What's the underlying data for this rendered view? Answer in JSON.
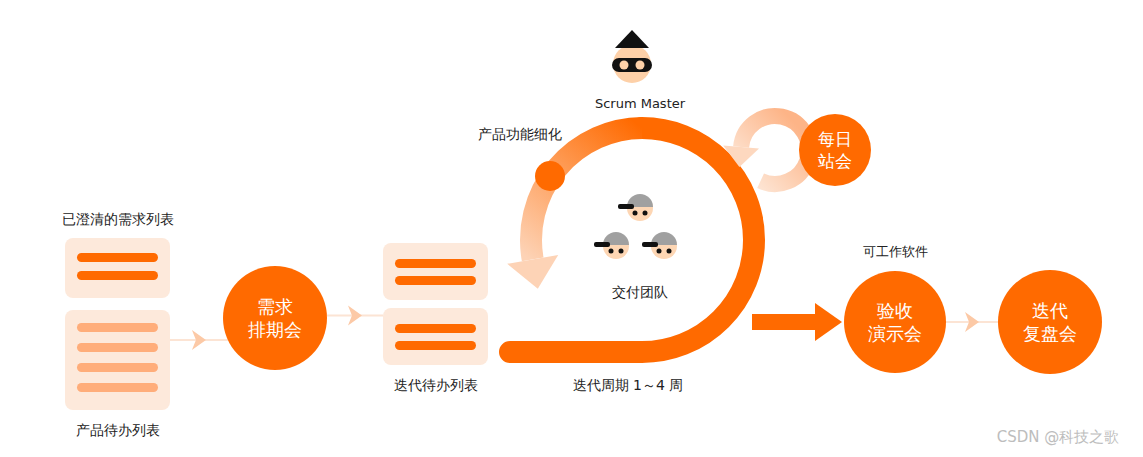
{
  "diagram": {
    "nodes": [
      {
        "text": [
          "已澄清的需求列表"
        ]
      },
      {
        "text": [
          "产品待办列表"
        ]
      },
      {
        "text": [
          "需求 排期会"
        ]
      },
      {
        "text": [
          "迭代待办列表"
        ]
      },
      {
        "text": [
          "每日 站会"
        ]
      },
      {
        "text": [
          "验收 演示会"
        ]
      },
      {
        "text": [
          "迭代 复盘会"
        ]
      }
    ],
    "edges": [
      {
        "from": 1,
        "to": 2,
        "arrow": "to"
      },
      {
        "from": 2,
        "to": 3,
        "arrow": "to"
      },
      {
        "from": 5,
        "to": 6,
        "arrow": "to"
      }
    ],
    "labels": [
      "Scrum Master",
      "产品功能细化",
      "交付团队",
      "迭代周期 1～4 周",
      "可工作软件",
      "CSDN @科技之歌"
    ]
  }
}
